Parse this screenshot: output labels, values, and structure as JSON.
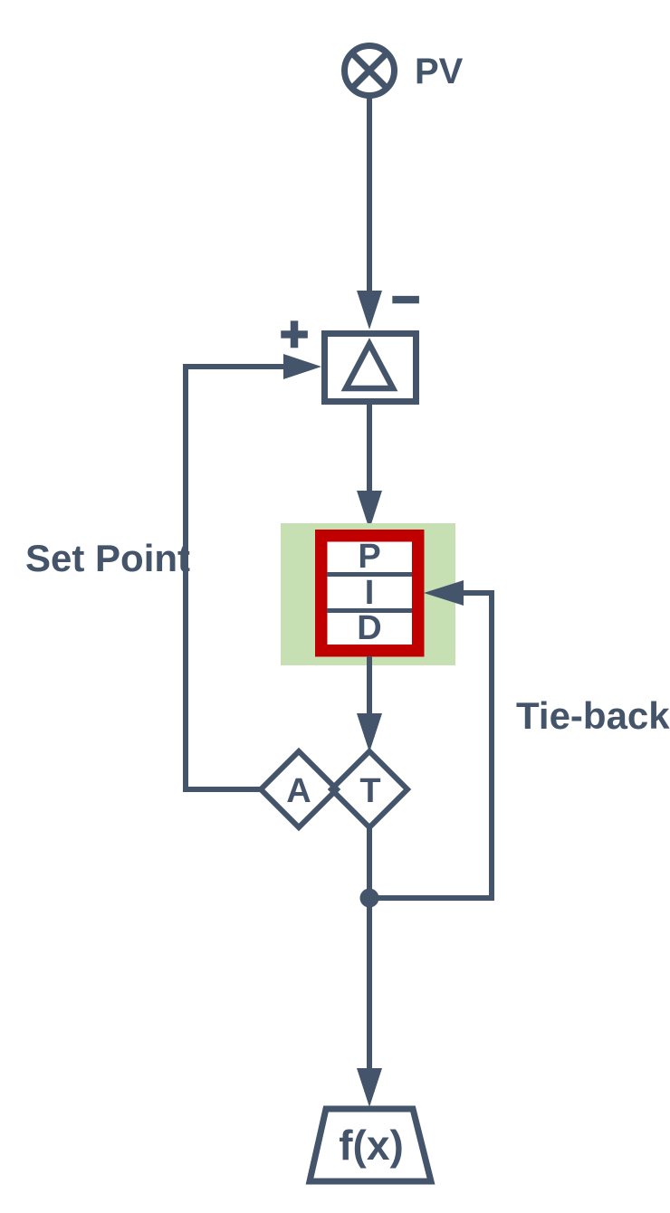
{
  "colors": {
    "line": "#44546A",
    "red": "#C00000",
    "green": "#C6E0B4",
    "background": "#FFFFFF"
  },
  "sensor": {
    "label": "PV"
  },
  "summing_junction": {
    "plus": "+",
    "minus": "−"
  },
  "set_point": {
    "label": "Set Point"
  },
  "pid": {
    "p": "P",
    "i": "I",
    "d": "D"
  },
  "switch": {
    "a": "A",
    "t": "T"
  },
  "tie_back": {
    "label": "Tie-back"
  },
  "actuator": {
    "label": "f(x)"
  }
}
